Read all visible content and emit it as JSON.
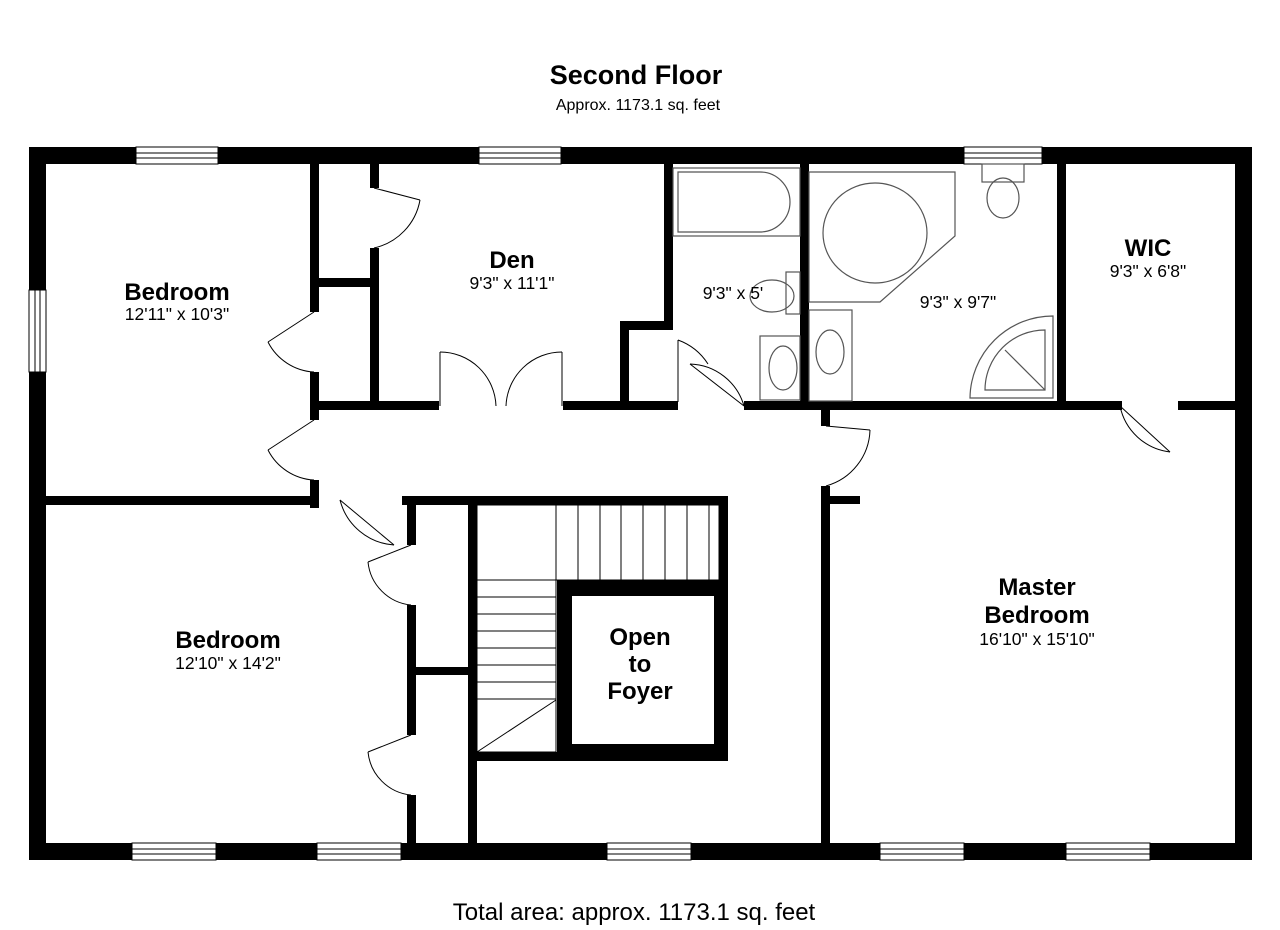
{
  "header": {
    "title": "Second Floor",
    "subtitle": "Approx. 1173.1 sq. feet"
  },
  "rooms": {
    "bedroom_nw": {
      "name": "Bedroom",
      "dims": "12'11\" x 10'3\""
    },
    "den": {
      "name": "Den",
      "dims": "9'3\" x 11'1\""
    },
    "bath_small": {
      "dims": "9'3\" x 5'"
    },
    "master_bath": {
      "dims": "9'3\" x 9'7\""
    },
    "wic": {
      "name": "WIC",
      "dims": "9'3\" x 6'8\""
    },
    "bedroom_sw": {
      "name": "Bedroom",
      "dims": "12'10\" x 14'2\""
    },
    "open_to_foyer": {
      "line1": "Open",
      "line2": "to",
      "line3": "Foyer"
    },
    "master_bedroom": {
      "line1": "Master",
      "line2": "Bedroom",
      "dims": "16'10\" x 15'10\""
    }
  },
  "footer": {
    "total": "Total area: approx. 1173.1 sq. feet"
  },
  "colors": {
    "wall": "#000000",
    "background": "#ffffff",
    "fixture_stroke": "#555555"
  }
}
